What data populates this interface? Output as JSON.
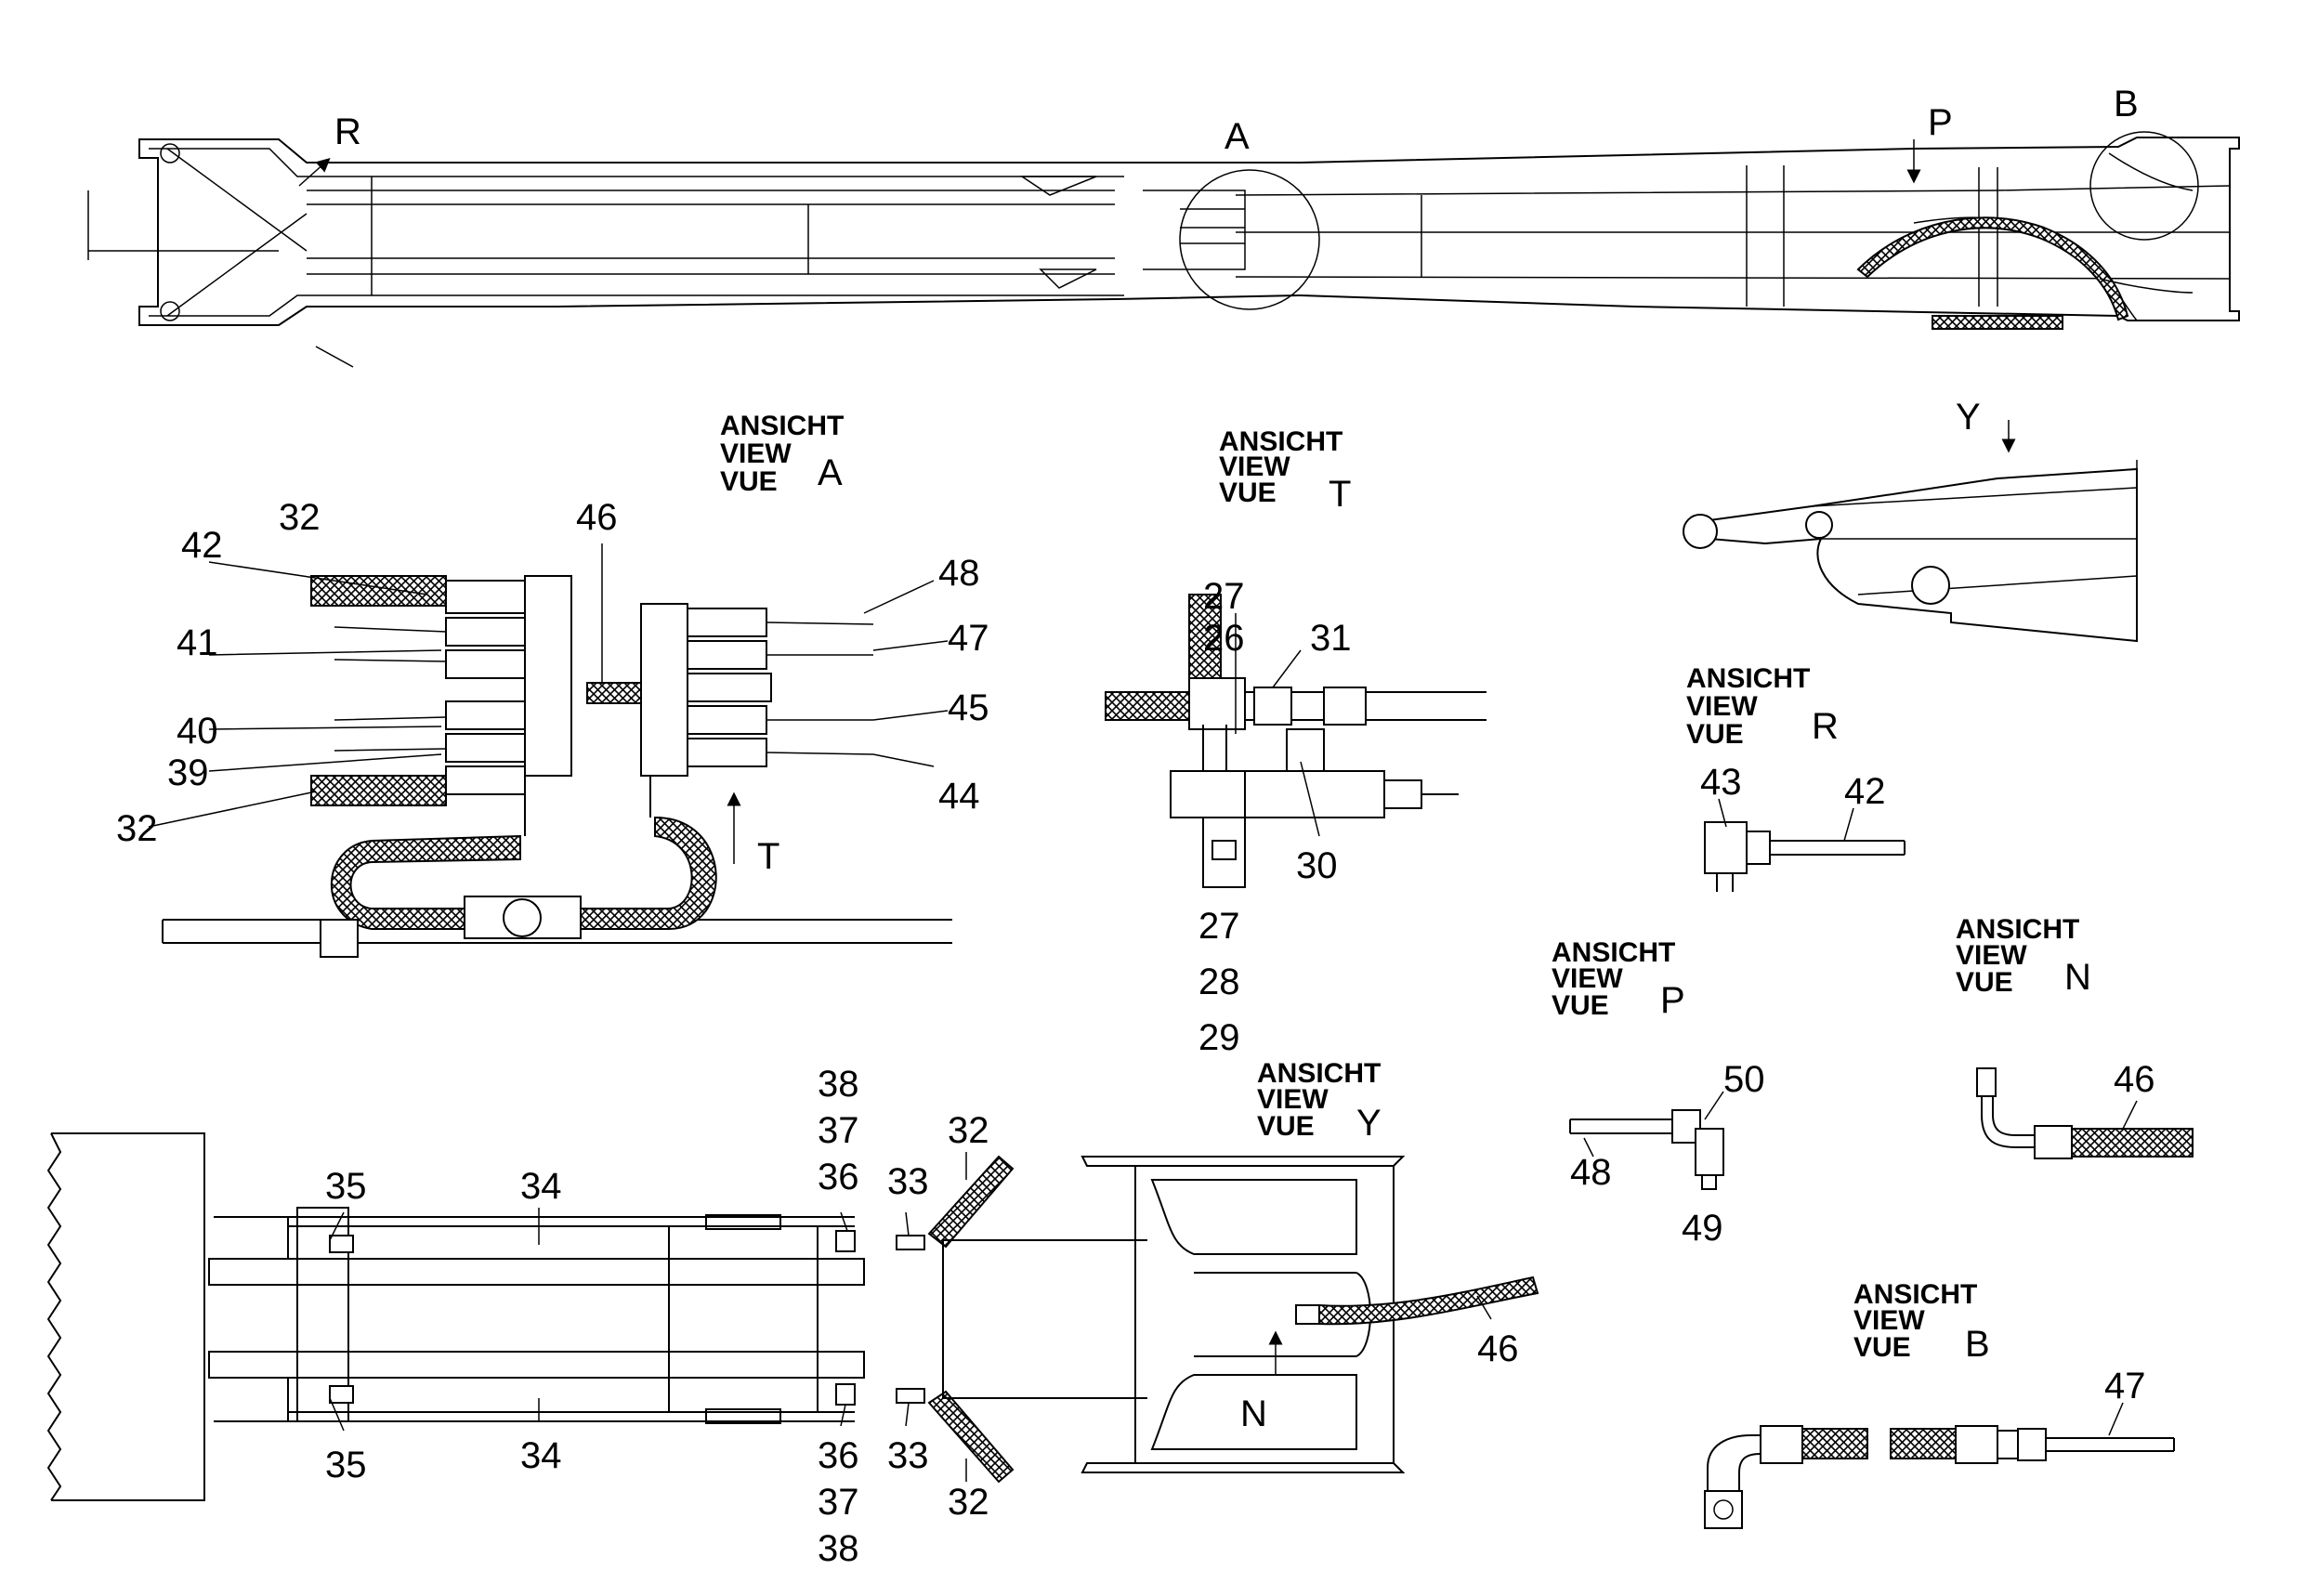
{
  "view_word": [
    "ANSICHT",
    "VIEW",
    "VUE"
  ],
  "views": {
    "A": "A",
    "T": "T",
    "R": "R",
    "P": "P",
    "N": "N",
    "Y": "Y",
    "B": "B"
  },
  "overview_markers": {
    "R": "R",
    "A": "A",
    "P": "P",
    "B": "B",
    "Y": "Y"
  },
  "arrow_labels": {
    "T": "T",
    "N": "N"
  },
  "view_A_parts": {
    "p32a": "32",
    "p42": "42",
    "p41": "41",
    "p40": "40",
    "p39": "39",
    "p32b": "32",
    "p46": "46",
    "p48": "48",
    "p47": "47",
    "p45": "45",
    "p44": "44"
  },
  "view_T_parts": {
    "p27a": "27",
    "p26": "26",
    "p31": "31",
    "p30": "30",
    "p27b": "27",
    "p28": "28",
    "p29": "29"
  },
  "view_R_parts": {
    "p43": "43",
    "p42": "42"
  },
  "view_P_parts": {
    "p50": "50",
    "p48": "48",
    "p49": "49"
  },
  "view_N_parts": {
    "p46": "46"
  },
  "view_B_parts": {
    "p47": "47"
  },
  "lower_parts": {
    "p38a": "38",
    "p37a": "37",
    "p36a": "36",
    "p33a": "33",
    "p32a": "32",
    "p35a": "35",
    "p34a": "34",
    "p34b": "34",
    "p35b": "35",
    "p36b": "36",
    "p37b": "37",
    "p38b": "38",
    "p33b": "33",
    "p32b": "32",
    "p46": "46"
  }
}
